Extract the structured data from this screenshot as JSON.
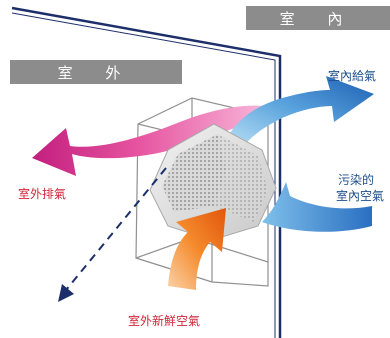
{
  "regions": {
    "outdoor": "室 外",
    "indoor": "室 內"
  },
  "flows": {
    "supply": "室內給氣",
    "return_line1": "污染的",
    "return_line2": "室內空氣",
    "exhaust": "室外排氣",
    "fresh": "室外新鮮空氣"
  },
  "colors": {
    "supply": "#1f6fc0",
    "exhaust": "#e0409a",
    "fresh": "#f06a10",
    "return": "#3a82d0",
    "box_line": "#909090",
    "wall_line": "#1d2f6a"
  }
}
